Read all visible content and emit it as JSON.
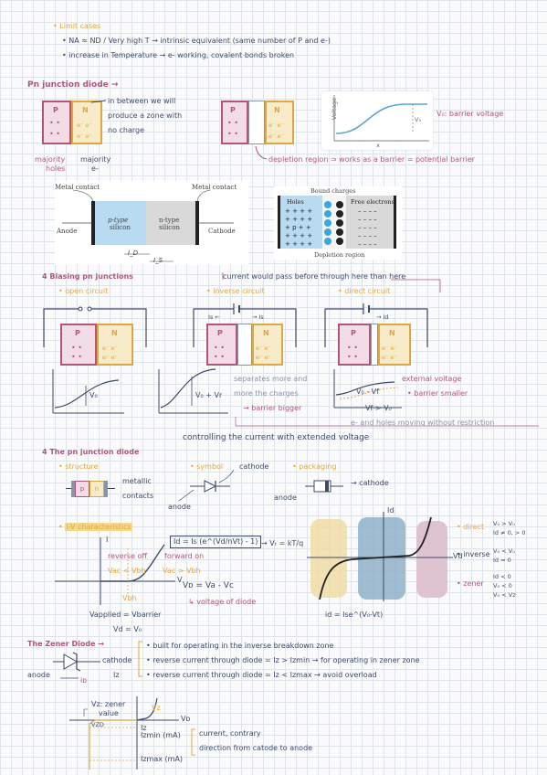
{
  "limit_cases": {
    "title": "Limit cases",
    "line1": "NA ≈ ND / Very high T → intrinsic equivalent (same number of P and e-)",
    "line2": "increase in Temperature → e- working, covalent bonds broken"
  },
  "pn_diode": {
    "title": "Pn junction diode →",
    "note_line1": "in between we will",
    "note_line2": "produce a zone with",
    "note_line3": "no charge",
    "majority_left": "majority",
    "majority_left_sub": "holes",
    "majority_right": "majority",
    "majority_right_sub": "e-",
    "p_label": "P",
    "n_label": "N",
    "electron_sym": "e-",
    "barrier_voltage": "V₀: barrier voltage",
    "depletion_note": "depletion region ⇒ works as a barrier = potential barrier",
    "graph_y": "Voltage",
    "graph_x": "x",
    "graph_v0": "V₀"
  },
  "figure1": {
    "metal_contact_left": "Metal contact",
    "metal_contact_right": "Metal contact",
    "ptype": "p-type",
    "ptype2": "silicon",
    "ntype": "n-type",
    "ntype2": "silicon",
    "anode": "Anode",
    "cathode": "Cathode",
    "i_d": "I_D",
    "i_s": "I_S"
  },
  "figure2": {
    "bound": "Bound charges",
    "holes": "Holes",
    "free": "Free electrons",
    "depletion": "Depletion region",
    "plus_rows": [
      "+ + + +",
      "+ + + +",
      "+ p + +",
      "+ + + +",
      "+ + + +"
    ],
    "minus_rows": [
      "– – – –",
      "– – – –",
      "– – – –",
      "– – – –",
      "– – – –"
    ]
  },
  "biasing": {
    "title": "4 Biasing pn junctions",
    "current_note": "current would pass before through here than here",
    "open_circuit": "open circuit",
    "inverse_circuit": "inverse circuit",
    "direct_circuit": "direct circuit",
    "is_label": "Is",
    "id_label": "Id",
    "v0": "V₀",
    "v0_vr": "V₀ + Vr",
    "v0_vf": "V₀ - Vf",
    "separates1": "separates more and",
    "separates2": "more the charges",
    "barrier_bigger": "barrier bigger",
    "external_voltage": "external voltage",
    "barrier_smaller": "barrier smaller",
    "vf_gt": "Vf > V₀",
    "moving": "e- and holes moving without restriction",
    "controlling": "controlling the current with extended voltage"
  },
  "junction_diode": {
    "title": "4 The pn junction diode",
    "structure": "structure",
    "metallic": "metallic",
    "contacts": "contacts",
    "symbol": "symbol",
    "cathode1": "cathode",
    "anode1": "anode",
    "packaging": "packaging",
    "cathode2": "cathode",
    "anode2": "anode"
  },
  "iv": {
    "title": "I-V characteristics",
    "formula": "Id = Is (e^(Vd/nVt) - 1)",
    "vt_formula": "→ Vₜ = kT/q",
    "reverse_off": "reverse off",
    "forward_on": "forward on",
    "vac_lt": "Vac < Vbh",
    "vac_gt": "Vac > Vbh",
    "vbh": "Vbh",
    "vd_eq": "Vᴅ = Va - Vc",
    "voltage_diode": "↳ voltage of diode",
    "vapplied": "Vapplied = Vbarrier",
    "vd_eq2": "Vd = V₀",
    "axis_i": "I",
    "axis_v": "V",
    "axis_id": "Id",
    "axis_vd": "Vd",
    "direct": "direct",
    "direct_c1": "V₀ > V₀",
    "direct_c2": "Id ≠ 0, > 0",
    "inverse": "inverse",
    "inverse_c1": "V₀ < V₀",
    "inverse_c2": "Id ≈ 0",
    "zener": "zener",
    "zener_c1": "Id < 0",
    "zener_c2": "V₀ < 0",
    "zener_c3": "V₀ < Vz",
    "id_eq": "id = Ise^(V₀-Vt)"
  },
  "zener": {
    "title": "The Zener Diode →",
    "cathode": "cathode",
    "anode": "anode",
    "iz": "Iz",
    "id": "iᴅ",
    "b1": "built for operating in the inverse breakdown zone",
    "b2": "reverse current through diode = Iz > Izmin → for operating in zener zone",
    "b3": "reverse current through diode = Iz < Izmax → avoid overload",
    "vz_label": "Vz: zener",
    "vz_label2": "value",
    "vz_short": "Vz",
    "vd": "Vᴅ",
    "iz_min": "Izmin (mA)",
    "iz_axis": "Iz",
    "iz_max": "Izmax (mA)",
    "current1": "current, contrary",
    "current2": "direction from catode to anode",
    "vzd": "VZD"
  },
  "colors": {
    "orange": "#e0a740",
    "pink": "#b0567b",
    "navy": "#3d4a66",
    "yellow": "#f3d98b",
    "blue_cell": "#8fb0c9"
  }
}
